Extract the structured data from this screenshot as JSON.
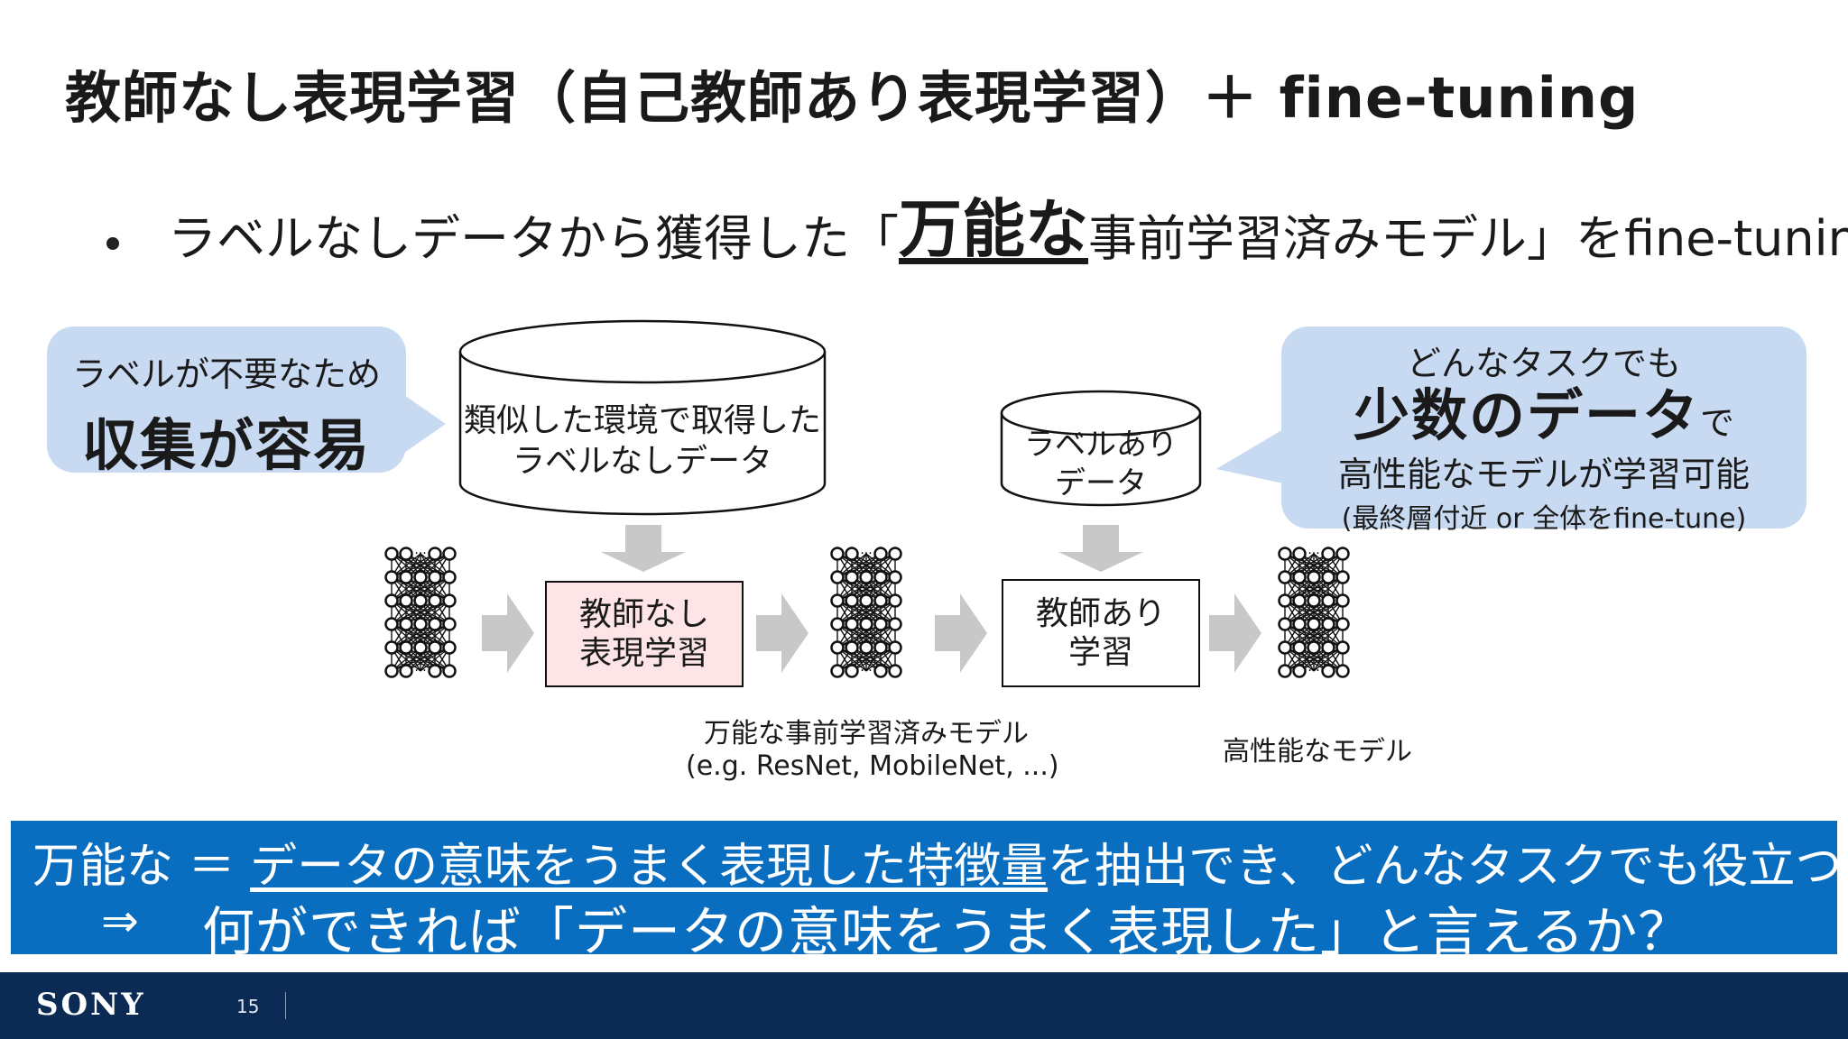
{
  "slide": {
    "title": "教師なし表現学習（自己教師あり表現学習）＋ fine-tuning",
    "bullet_before": "ラベルなしデータから獲得した「",
    "bullet_emph": "万能な",
    "bullet_after": "事前学習済みモデル」をfine-tuning"
  },
  "callout_left": {
    "line1": "ラベルが不要なため",
    "line2": "収集が容易"
  },
  "callout_right": {
    "line1": "どんなタスクでも",
    "line2_big": "少数のデータ",
    "line2_small": "で",
    "line3": "高性能なモデルが学習可能",
    "line4": "(最終層付近 or 全体をfine-tune)"
  },
  "diagram": {
    "db_unlabeled_l1": "類似した環境で取得した",
    "db_unlabeled_l2": "ラベルなしデータ",
    "db_labeled_l1": "ラベルあり",
    "db_labeled_l2": "データ",
    "box_unsup_l1": "教師なし",
    "box_unsup_l2": "表現学習",
    "box_sup_l1": "教師あり",
    "box_sup_l2": "学習",
    "caption_pretrained_l1": "万能な事前学習済みモデル",
    "caption_pretrained_l2": "(e.g. ResNet, MobileNet, ...)",
    "caption_final": "高性能なモデル"
  },
  "banner": {
    "line1_prefix": "万能な ＝ ",
    "line1_underlined": "データの意味をうまく表現した特徴量",
    "line1_suffix": "を抽出でき、どんなタスクでも役立つ",
    "line2_arrow": "⇒",
    "line2_text": "何ができれば「データの意味をうまく表現した」と言えるか？"
  },
  "footer": {
    "logo": "SONY",
    "page_number": "15"
  },
  "colors": {
    "callout_bg": "#c8daf2",
    "pink_box": "#fde4e6",
    "banner_bg": "#0a6ec0",
    "footer_bg": "#0b2a54",
    "arrow_gray": "#c8c8c8"
  }
}
